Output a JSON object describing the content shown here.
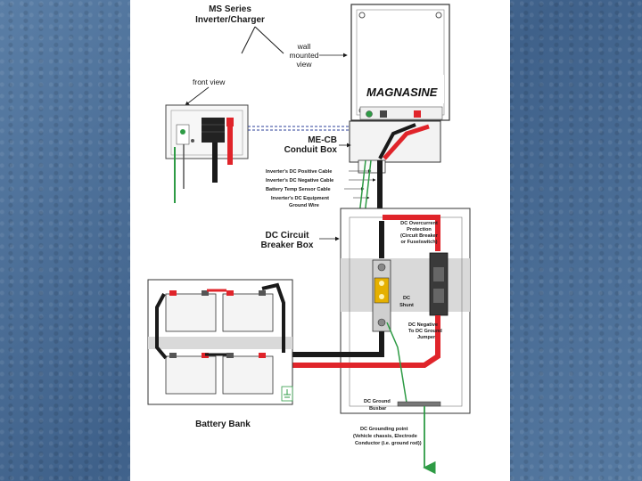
{
  "labels": {
    "title_line1": "MS Series",
    "title_line2": "Inverter/Charger",
    "wall_line1": "wall",
    "wall_line2": "mounted",
    "wall_line3": "view",
    "front_view": "front view",
    "brand": "MAGNASINE",
    "conduit_line1": "ME-CB",
    "conduit_line2": "Conduit Box",
    "cable_pos": "Inverter's DC Positive Cable",
    "cable_neg": "Inverter's DC Negative Cable",
    "cable_temp": "Battery Temp Sensor Cable",
    "cable_ground_line1": "Inverter's DC Equipment",
    "cable_ground_line2": "Ground Wire",
    "breaker_line1": "DC Circuit",
    "breaker_line2": "Breaker Box",
    "overcurrent_line1": "DC Overcurrent",
    "overcurrent_line2": "Protection",
    "overcurrent_line3": "(Circuit Breaker",
    "overcurrent_line4": "or Fuse/switch)",
    "shunt_line1": "DC",
    "shunt_line2": "Shunt",
    "jumper_line1": "DC Negative",
    "jumper_line2": "To DC Ground",
    "jumper_line3": "Jumper",
    "dcground_line1": "DC Ground",
    "dcground_line2": "Busbar",
    "grounding_line1": "DC Grounding point",
    "grounding_line2": "(Vehicle chassis, Electrode",
    "grounding_line3": "Conductor (i.e. ground rod))",
    "battery_bank": "Battery Bank"
  },
  "colors": {
    "positive_cable": "#e0242a",
    "negative_cable": "#1a1a1a",
    "ground_wire": "#2e9b45",
    "panel_gray": "#d9d9d9",
    "background": "#4a6d93"
  }
}
